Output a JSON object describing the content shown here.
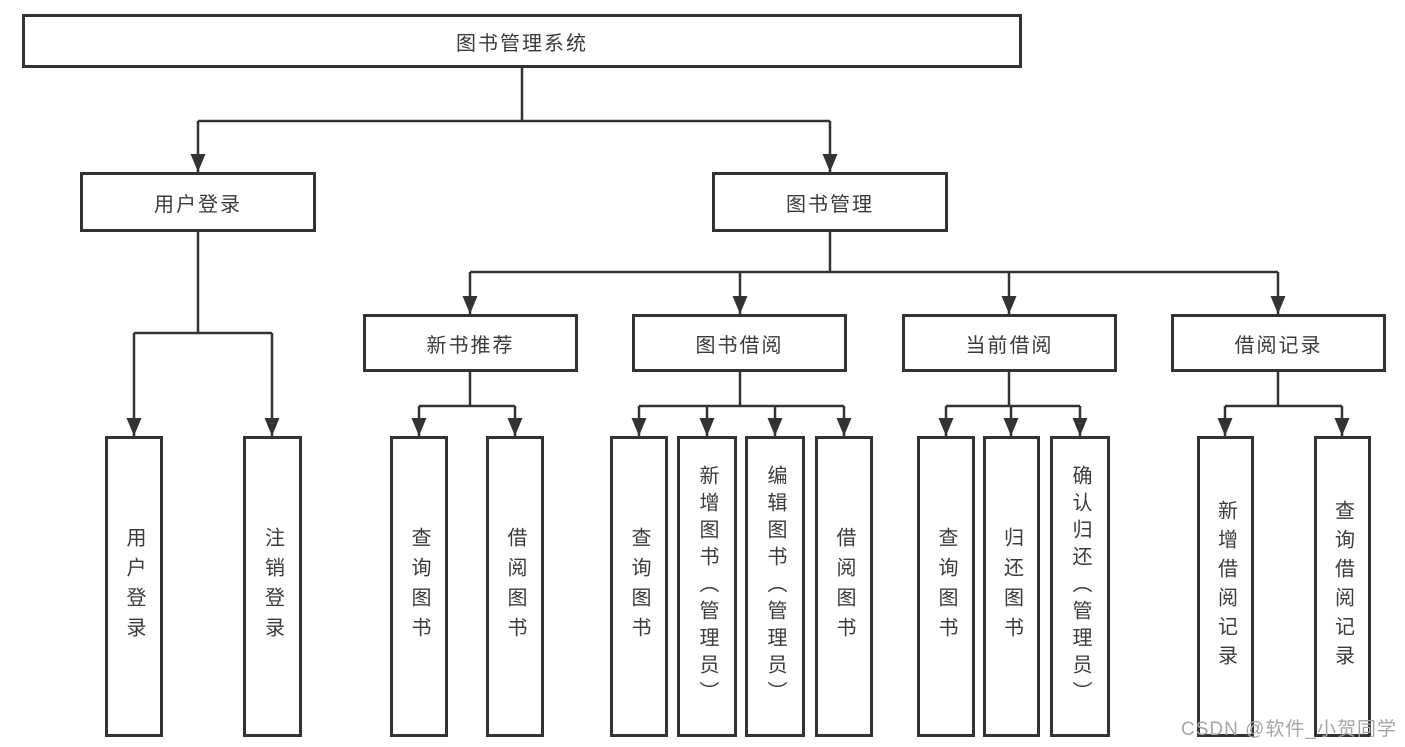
{
  "nodes": {
    "root": {
      "label": "图书管理系统"
    },
    "user_login": {
      "label": "用户登录"
    },
    "book_mgmt": {
      "label": "图书管理"
    },
    "new_books": {
      "label": "新书推荐"
    },
    "book_borrow": {
      "label": "图书借阅"
    },
    "current_borrow": {
      "label": "当前借阅"
    },
    "borrow_records": {
      "label": "借阅记录"
    }
  },
  "leaves": {
    "login": {
      "label": "用户登录"
    },
    "logout": {
      "label": "注销登录"
    },
    "nb_query": {
      "label": "查询图书"
    },
    "nb_borrow": {
      "label": "借阅图书"
    },
    "bb_query": {
      "label": "查询图书"
    },
    "bb_add": {
      "label": "新增图书（管理员）"
    },
    "bb_edit": {
      "label": "编辑图书（管理员）"
    },
    "bb_borrow": {
      "label": "借阅图书"
    },
    "cb_query": {
      "label": "查询图书"
    },
    "cb_return": {
      "label": "归还图书"
    },
    "cb_confirm": {
      "label": "确认归还（管理员）"
    },
    "br_add": {
      "label": "新增借阅记录"
    },
    "br_query": {
      "label": "查询借阅记录"
    }
  },
  "watermark": "CSDN @软件_小贺同学",
  "colors": {
    "line": "#333333",
    "text": "#3b3b3b",
    "box_background": "#ffffff",
    "watermark": "#a6a6a6"
  }
}
